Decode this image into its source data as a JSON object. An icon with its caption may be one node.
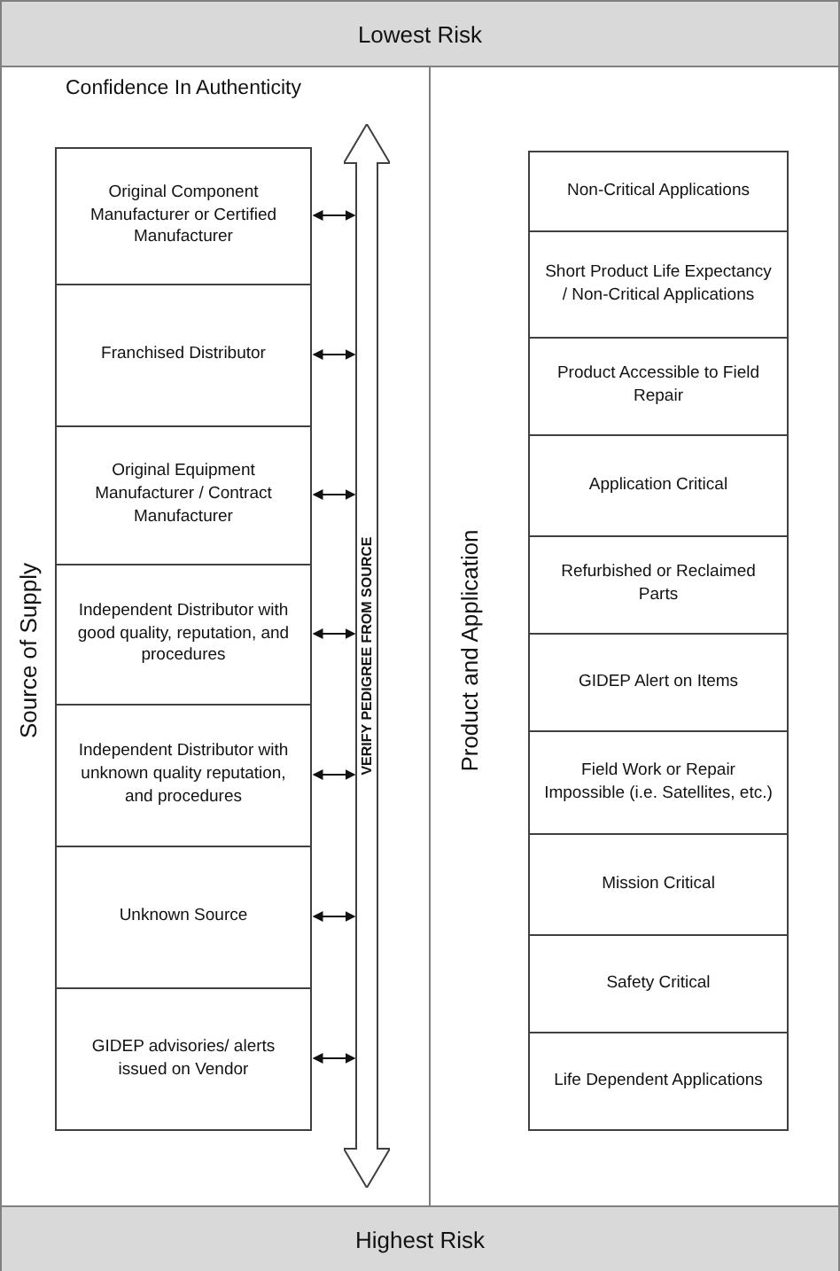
{
  "diagram": {
    "nodes": [
      {
        "text": [
          "Lowest Risk"
        ]
      },
      {
        "text": [
          "Confidence In Authenticity",
          "Source of Supply"
        ]
      },
      {
        "text": [
          "Original Component Manufacturer or Certified Manufacturer"
        ],
        "in": 1
      },
      {
        "text": [
          "Franchised Distributor"
        ],
        "in": 1
      },
      {
        "text": [
          "Original Equipment Manufacturer / Contract Manufacturer"
        ],
        "in": 1
      },
      {
        "text": [
          "Independent Distributor with good quality, reputation, and procedures"
        ],
        "in": 1
      },
      {
        "text": [
          "Independent Distributor with unknown quality reputation, and procedures"
        ],
        "in": 1
      },
      {
        "text": [
          "Unknown Source"
        ],
        "in": 1
      },
      {
        "text": [
          "GIDEP advisories/ alerts issued on Vendor"
        ],
        "in": 1
      },
      {
        "text": [
          "VERIFY PEDIGREE FROM SOURCE"
        ],
        "in": 1
      },
      {
        "text": [
          "Product and Application"
        ]
      },
      {
        "text": [
          "Non-Critical Applications"
        ],
        "in": 10
      },
      {
        "text": [
          "Short Product Life Expectancy / Non-Critical Applications"
        ],
        "in": 10
      },
      {
        "text": [
          "Product Accessible to Field Repair"
        ],
        "in": 10
      },
      {
        "text": [
          "Application Critical"
        ],
        "in": 10
      },
      {
        "text": [
          "Refurbished or Reclaimed Parts"
        ],
        "in": 10
      },
      {
        "text": [
          "GIDEP Alert on Items"
        ],
        "in": 10
      },
      {
        "text": [
          "Field Work or Repair Impossible (i.e. Satellites, etc.)"
        ],
        "in": 10
      },
      {
        "text": [
          "Mission Critical"
        ],
        "in": 10
      },
      {
        "text": [
          "Safety Critical"
        ],
        "in": 10
      },
      {
        "text": [
          "Life Dependent Applications"
        ],
        "in": 10
      },
      {
        "text": [
          "Highest Risk"
        ]
      }
    ],
    "edges": [
      {
        "from": 2,
        "to": 9,
        "arrow": "both"
      },
      {
        "from": 3,
        "to": 9,
        "arrow": "both"
      },
      {
        "from": 4,
        "to": 9,
        "arrow": "both"
      },
      {
        "from": 5,
        "to": 9,
        "arrow": "both"
      },
      {
        "from": 6,
        "to": 9,
        "arrow": "both"
      },
      {
        "from": 7,
        "to": 9,
        "arrow": "both"
      },
      {
        "from": 8,
        "to": 9,
        "arrow": "both"
      }
    ]
  }
}
